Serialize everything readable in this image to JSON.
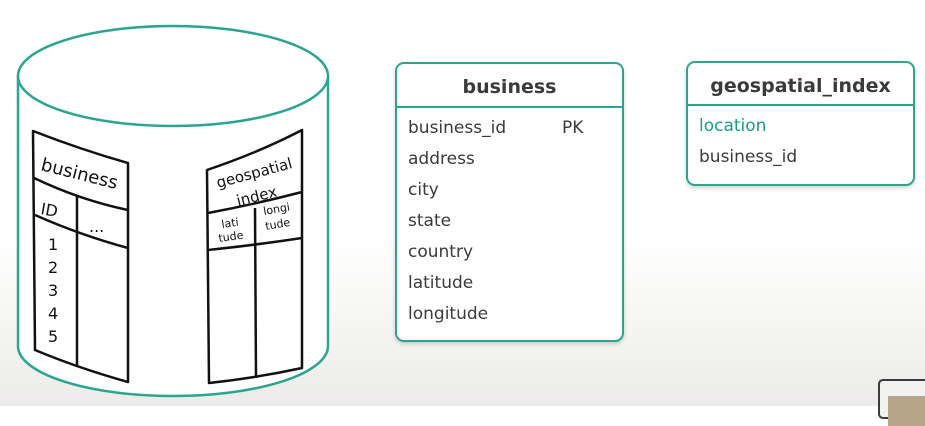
{
  "cylinder": {
    "business_table": {
      "title": "business",
      "col_id_header": "ID",
      "col_more_header": "...",
      "rows": [
        "1",
        "2",
        "3",
        "4",
        "5"
      ]
    },
    "geo_table": {
      "title_line1": "geospatial",
      "title_line2": "index",
      "col1_line1": "lati",
      "col1_line2": "tude",
      "col2_line1": "longi",
      "col2_line2": "tude"
    }
  },
  "business_table": {
    "title": "business",
    "fields": [
      {
        "name": "business_id",
        "key": "PK"
      },
      {
        "name": "address"
      },
      {
        "name": "city"
      },
      {
        "name": "state"
      },
      {
        "name": "country"
      },
      {
        "name": "latitude"
      },
      {
        "name": "longitude"
      }
    ]
  },
  "geospatial_table": {
    "title": "geospatial_index",
    "fields": [
      {
        "name": "location",
        "highlighted": true
      },
      {
        "name": "business_id"
      }
    ]
  },
  "colors": {
    "accent": "#2aa58f",
    "highlight_text": "#14a08a",
    "ink": "#111111",
    "text": "#3a3a3a"
  }
}
